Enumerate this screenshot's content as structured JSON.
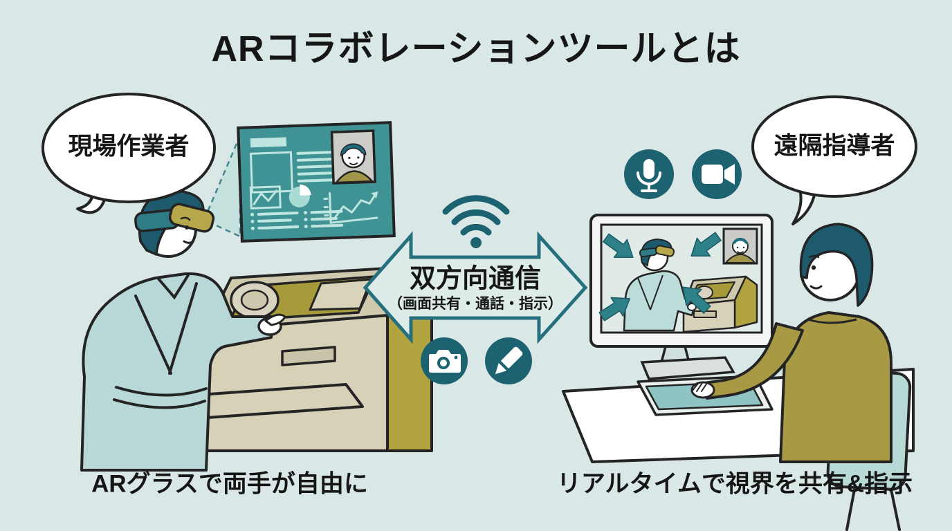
{
  "title": "ARコラボレーションツールとは",
  "left_scene": {
    "bubble_label": "現場作業者",
    "caption": "ARグラスで両手が自由に"
  },
  "center": {
    "arrow_title": "双方向通信",
    "arrow_subtitle": "（画面共有・通話・指示）"
  },
  "right_scene": {
    "bubble_label": "遠隔指導者",
    "caption": "リアルタイムで視界を共有&指示"
  },
  "icons": {
    "wifi": "wifi-icon",
    "microphone": "microphone-icon",
    "video_camera": "video-camera-icon",
    "camera": "camera-icon",
    "pencil": "pencil-icon"
  },
  "colors": {
    "background": "#d9e8e6",
    "outline": "#242424",
    "icon_teal": "#1d6270",
    "arrow_teal": "#26707e",
    "panel_teal": "#3f9394",
    "panel_light": "#bfe5e0",
    "olive": "#a89a45",
    "machine_beige": "#d7d1b7",
    "machine_olive": "#b1a33f",
    "worker_clothes": "#b7d8d6",
    "hair_teal": "#1d5a6e",
    "chair_teal": "#b8dad7"
  }
}
